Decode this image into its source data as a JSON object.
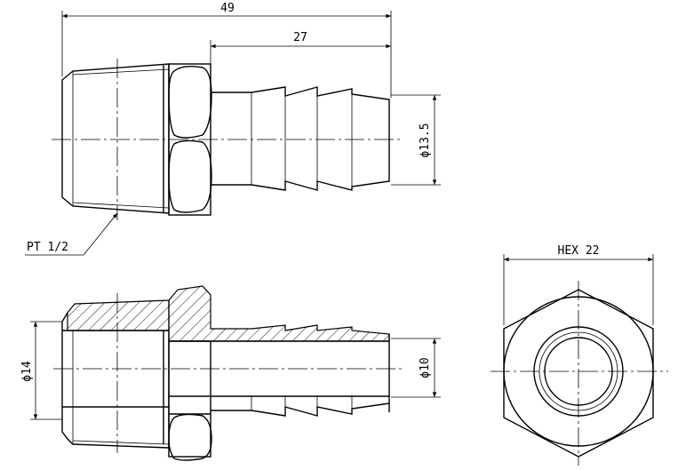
{
  "dimensions": {
    "overall_length": "49",
    "barb_length": "27",
    "barb_outer_diameter": "ϕ13.5",
    "thread_diameter": "ϕ14",
    "bore_diameter": "ϕ10",
    "hex_size": "HEX 22",
    "thread_spec": "PT 1/2"
  },
  "style": {
    "line_color": "#000000",
    "background": "#ffffff"
  }
}
